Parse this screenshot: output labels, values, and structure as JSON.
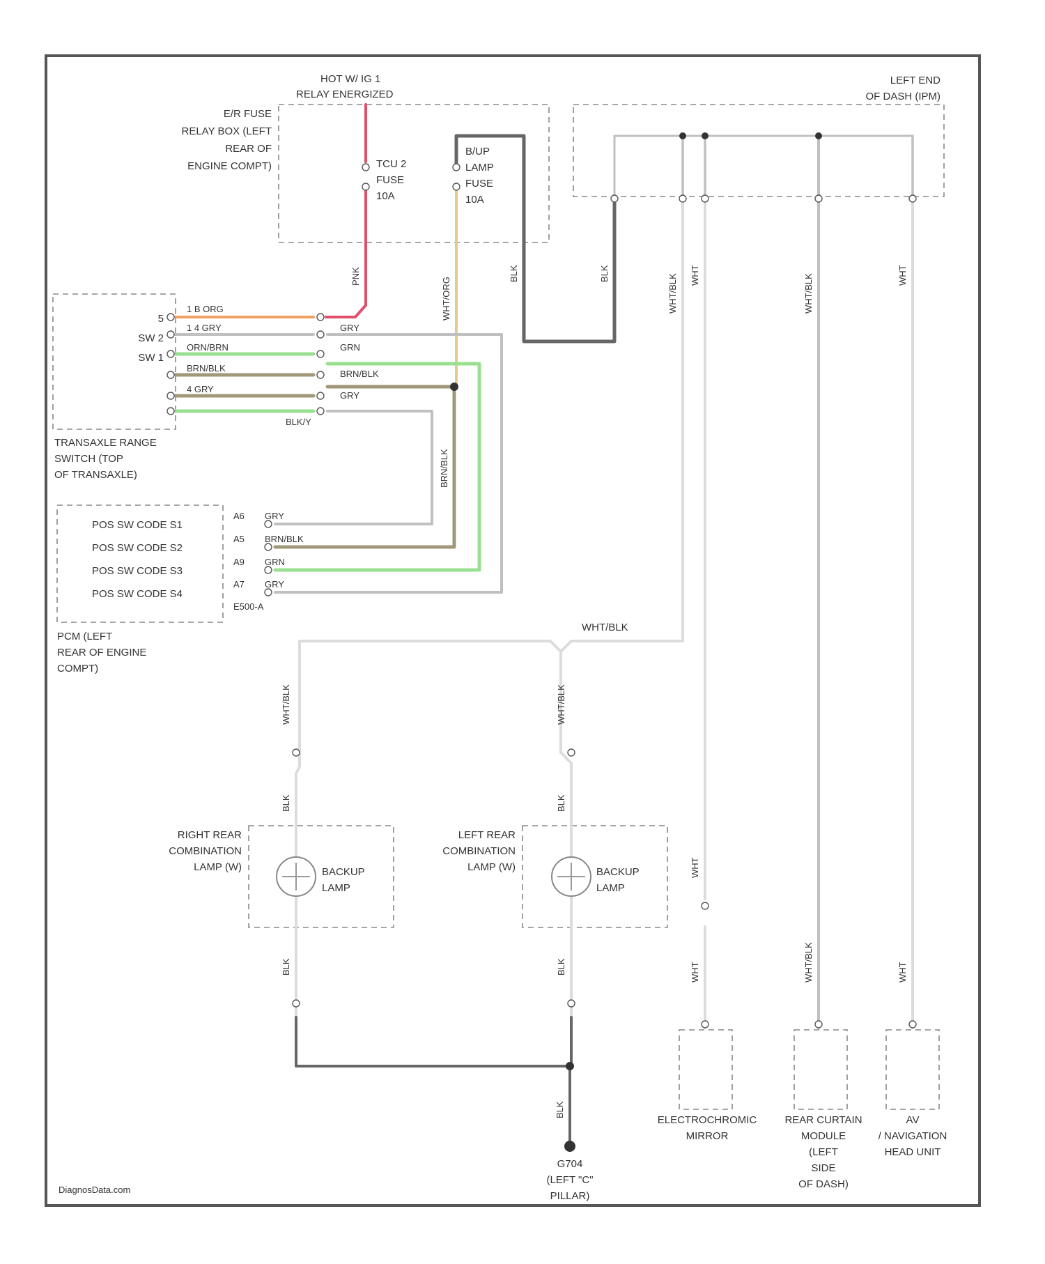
{
  "fuse_box": {
    "hot_label_1": "HOT W/ IG 1",
    "hot_label_2": "RELAY ENERGIZED",
    "location": [
      "E/R FUSE",
      "RELAY BOX (LEFT",
      "REAR OF",
      "ENGINE COMPT)"
    ],
    "fuse1": [
      "TCU 2",
      "FUSE",
      "10A"
    ],
    "fuse2": [
      "B/UP",
      "LAMP",
      "FUSE",
      "10A"
    ]
  },
  "dash_ipm": {
    "label": [
      "LEFT END",
      "OF DASH (IPM)"
    ]
  },
  "wires": {
    "pnk": "PNK",
    "wht_org": "WHT/ORG",
    "blk_a": "BLK",
    "blk_b": "BLK",
    "wht_blk_1": "WHT/BLK",
    "wht": "WHT",
    "wht_blk_2": "WHT/BLK",
    "wht_2": "WHT",
    "wht_blk_mid": "WHT/BLK",
    "brn_blk": "BRN/BLK"
  },
  "range_switch": {
    "label": [
      "TRANSAXLE RANGE",
      "SWITCH (TOP",
      "OF TRANSAXLE)"
    ],
    "pins": [
      "5",
      "SW 2",
      "SW 1"
    ],
    "wires_left": [
      "1 B ORG",
      "1 4 GRY",
      "ORN/BRN",
      "BRN/BLK",
      "4 GRY"
    ],
    "wires_right": [
      "GRY",
      "GRN",
      "BRN/BLK",
      "GRY"
    ],
    "bottom": "BLK/Y"
  },
  "pcm": {
    "label": [
      "PCM (LEFT",
      "REAR OF ENGINE",
      "COMPT)"
    ],
    "inputs": [
      "POS SW CODE S1",
      "POS SW CODE S2",
      "POS SW CODE S3",
      "POS SW CODE S4"
    ],
    "pins": [
      "A6",
      "A5",
      "A9",
      "A7"
    ],
    "wires": [
      "GRY",
      "BRN/BLK",
      "GRN",
      "GRY"
    ],
    "connector": "E500-A"
  },
  "right_lamp": {
    "label": [
      "RIGHT REAR",
      "COMBINATION",
      "LAMP (W)"
    ],
    "bulb": [
      "BACKUP",
      "LAMP"
    ],
    "wire_top": "WHT/BLK",
    "wire_mid": "BLK",
    "wire_bot": "BLK"
  },
  "left_lamp": {
    "label": [
      "LEFT REAR",
      "COMBINATION",
      "LAMP (W)"
    ],
    "bulb": [
      "BACKUP",
      "LAMP"
    ],
    "wire_top": "WHT/BLK",
    "wire_mid": "BLK",
    "wire_bot": "BLK"
  },
  "ground": {
    "blk": "BLK",
    "label": [
      "G704",
      "(LEFT \"C\"",
      "PILLAR)"
    ]
  },
  "electrochromic": {
    "label": [
      "ELECTROCHROMIC",
      "MIRROR"
    ],
    "wire": "WHT",
    "wire2": "WHT"
  },
  "rear_curtain": {
    "label": [
      "REAR CURTAIN",
      "MODULE",
      "(LEFT",
      "SIDE",
      "OF DASH)"
    ],
    "wire": "WHT/BLK"
  },
  "nav_head": {
    "label": [
      "AV",
      "/ NAVIGATION",
      "HEAD UNIT"
    ],
    "wire": "WHT"
  },
  "footer": "DiagnosData.com",
  "colors": {
    "pnk": "#e0506a",
    "org": "#f0a060",
    "tan": "#e8c890",
    "gry": "#c0c0c0",
    "blk": "#666666",
    "grn": "#98e090",
    "brn_blk": "#a09878",
    "wht": "#dcdcdc"
  }
}
